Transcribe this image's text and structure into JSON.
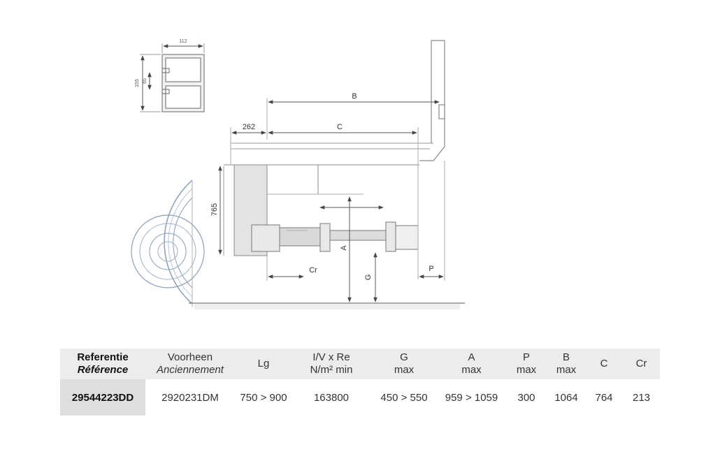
{
  "diagram": {
    "labels": {
      "profile_width": "112",
      "profile_height": "155",
      "profile_inner": "65",
      "B": "B",
      "C": "C",
      "dim_262": "262",
      "dim_765": "765",
      "A": "A",
      "G": "G",
      "Cr": "Cr",
      "P": "P"
    }
  },
  "table": {
    "headers": [
      {
        "line1": "Referentie",
        "line2": "Référence"
      },
      {
        "line1": "Voorheen",
        "line2": "Anciennement"
      },
      {
        "line1": "Lg",
        "line2": ""
      },
      {
        "line1": "I/V x Re",
        "line2": "N/m² min"
      },
      {
        "line1": "G",
        "line2": "max"
      },
      {
        "line1": "A",
        "line2": "max"
      },
      {
        "line1": "P",
        "line2": "max"
      },
      {
        "line1": "B",
        "line2": "max"
      },
      {
        "line1": "C",
        "line2": ""
      },
      {
        "line1": "Cr",
        "line2": ""
      }
    ],
    "rows": [
      [
        "29544223DD",
        "2920231DM",
        "750 > 900",
        "163800",
        "450 > 550",
        "959 > 1059",
        "300",
        "1064",
        "764",
        "213"
      ]
    ]
  }
}
